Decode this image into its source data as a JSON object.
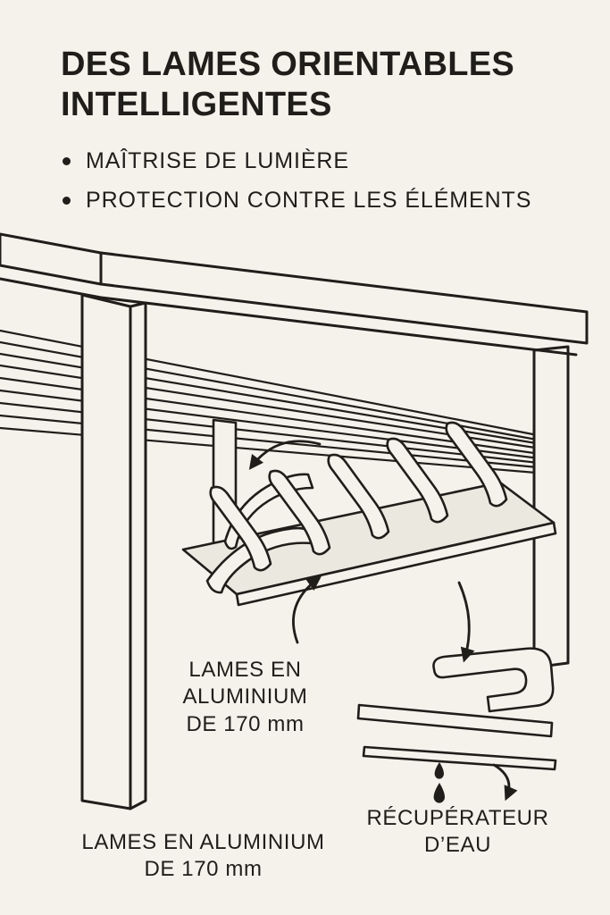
{
  "page": {
    "colors": {
      "bg": "#f5f2eb",
      "ink": "#201e1a",
      "plate": "#ebe8e0"
    }
  },
  "header": {
    "title_line1": "DES LAMES ORIENTABLES",
    "title_line2": "INTELLIGENTES",
    "bullets": [
      "MAÎTRISE DE LUMIÈRE",
      "PROTECTION CONTRE LES ÉLÉMENTS"
    ]
  },
  "diagram": {
    "slat_detail_label": {
      "line1": "LAMES EN",
      "line2": "ALUMINIUM",
      "line3": "DE 170 mm"
    },
    "water_collector_label": {
      "line1": "RÉCUPÉRATEUR",
      "line2": "D’EAU"
    },
    "post_slats_label": {
      "line1": "LAMES EN ALUMINIUM",
      "line2": "DE 170 mm"
    }
  }
}
